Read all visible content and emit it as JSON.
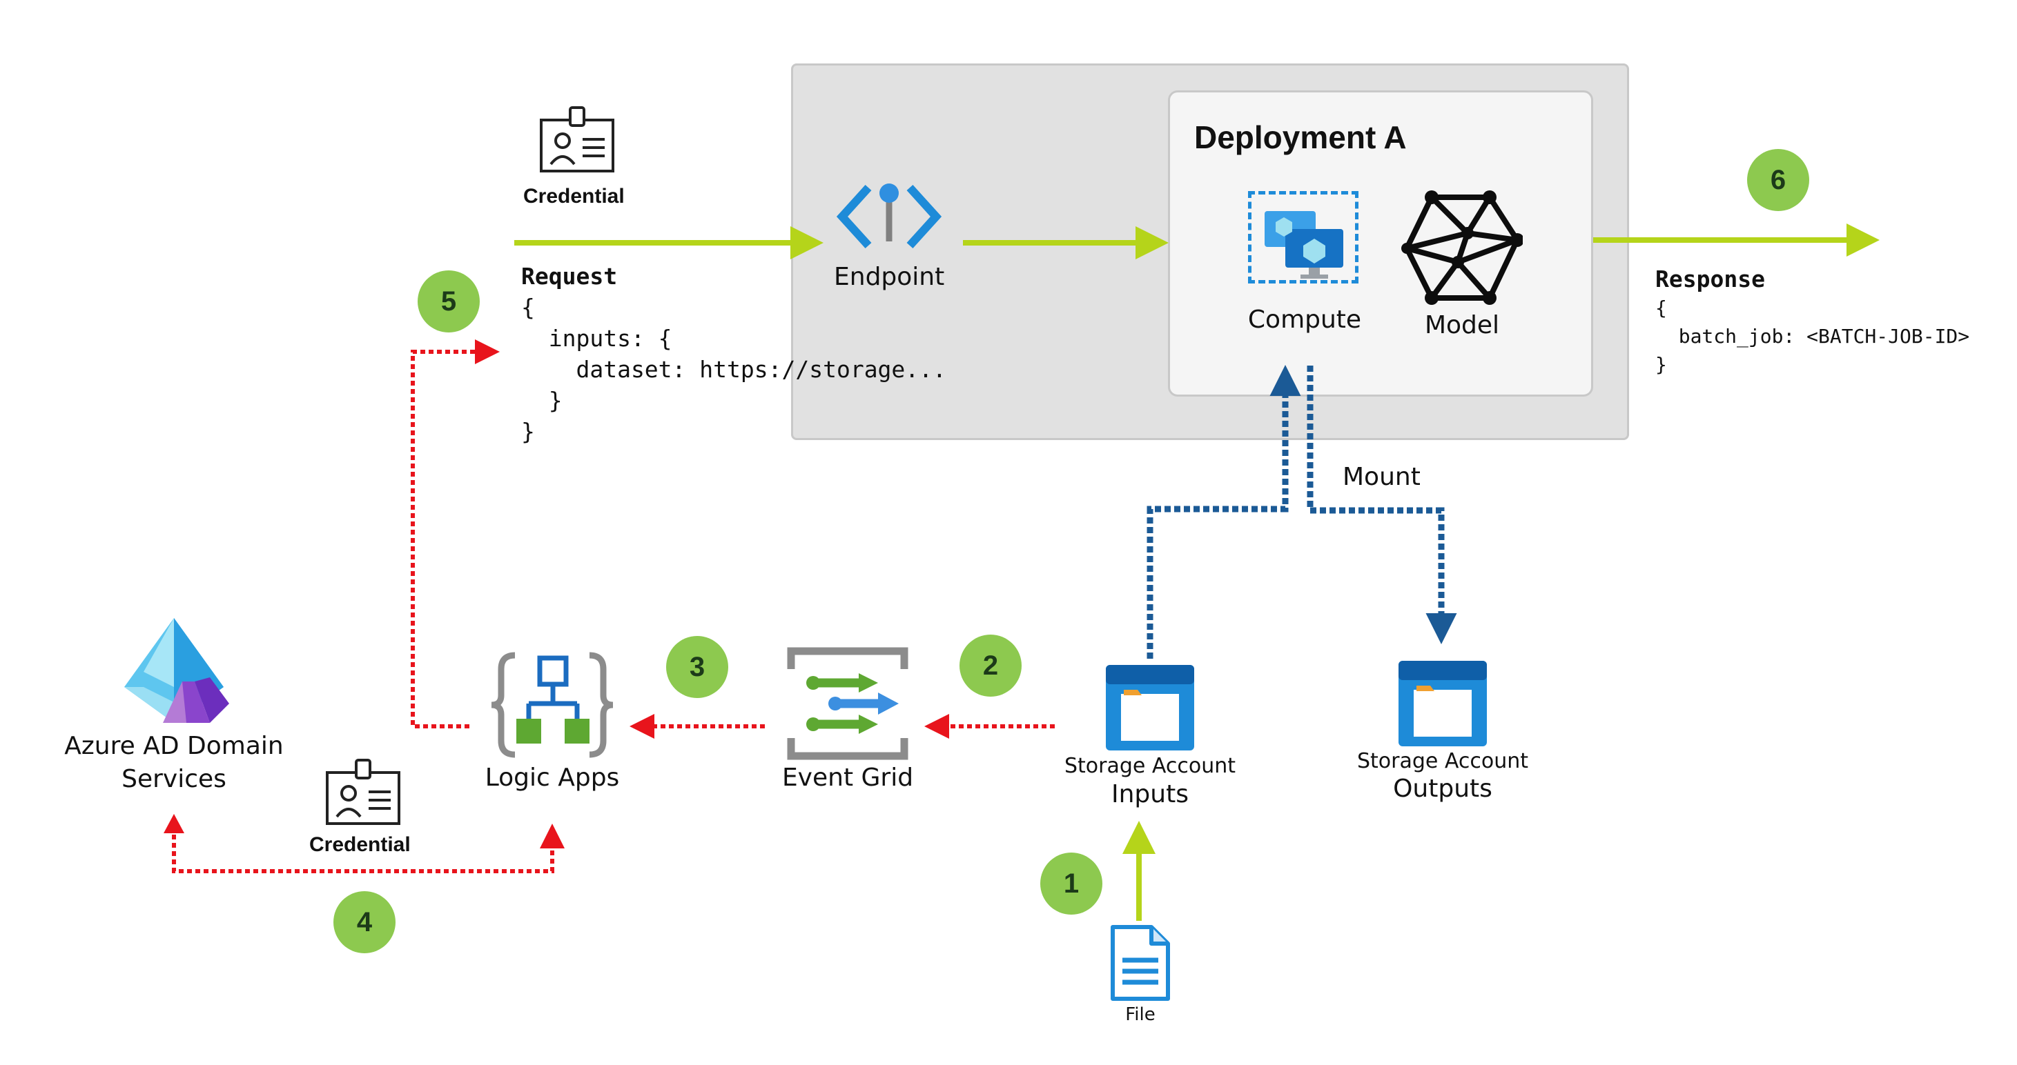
{
  "diagram": {
    "deployment": {
      "title": "Deployment A"
    },
    "nodes": {
      "endpoint": {
        "label": "Endpoint"
      },
      "compute": {
        "label": "Compute"
      },
      "model": {
        "label": "Model"
      },
      "logic_apps": {
        "label": "Logic Apps"
      },
      "event_grid": {
        "label": "Event Grid"
      },
      "aad": {
        "label_line1": "Azure AD Domain",
        "label_line2": "Services"
      },
      "storage_inputs": {
        "label_line1": "Storage Account",
        "label_line2": "Inputs"
      },
      "storage_outputs": {
        "label_line1": "Storage Account",
        "label_line2": "Outputs"
      },
      "file": {
        "label": "File"
      }
    },
    "credentials": {
      "top": {
        "label": "Credential"
      },
      "bottom": {
        "label": "Credential"
      }
    },
    "request": {
      "heading": "Request",
      "lines": [
        "{",
        "  inputs: {",
        "    dataset: https://storage...",
        "  }",
        "}"
      ]
    },
    "response": {
      "heading": "Response",
      "lines": [
        "{",
        "  batch_job: <BATCH-JOB-ID>",
        "}"
      ]
    },
    "mount_label": "Mount",
    "steps": [
      "1",
      "2",
      "3",
      "4",
      "5",
      "6"
    ],
    "colors": {
      "request_arrow": "#b5d41a",
      "trigger_arrow": "#e8141c",
      "mount_arrow": "#1b5a96",
      "step_badge": "#8dc94f",
      "azure_blue": "#1e8bd8"
    }
  }
}
